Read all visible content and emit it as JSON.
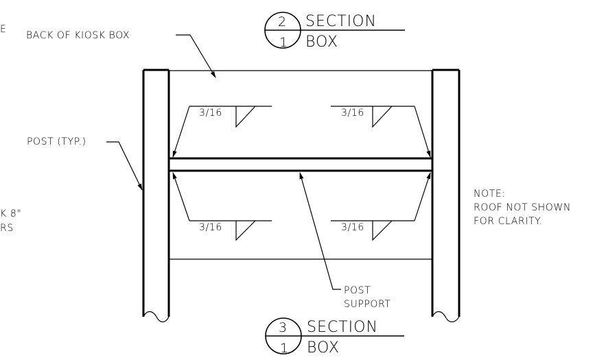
{
  "labels": {
    "cut_left_top": "E",
    "cut_left_mid1": "K 8\"",
    "cut_left_mid2": "RS",
    "back_of_kiosk": "BACK OF KIOSK BOX",
    "post_typ": "POST (TYP.)",
    "post_support_1": "POST",
    "post_support_2": "SUPPORT",
    "note_title": "NOTE:",
    "note_line1": "ROOF NOT SHOWN",
    "note_line2": "FOR CLARITY."
  },
  "welds": [
    {
      "size": "3/16"
    },
    {
      "size": "3/16"
    },
    {
      "size": "3/16"
    },
    {
      "size": "3/16"
    }
  ],
  "section_tags": [
    {
      "number": "2",
      "sheet": "1",
      "title": "SECTION",
      "subtitle": "BOX"
    },
    {
      "number": "3",
      "sheet": "1",
      "title": "SECTION",
      "subtitle": "BOX"
    }
  ]
}
